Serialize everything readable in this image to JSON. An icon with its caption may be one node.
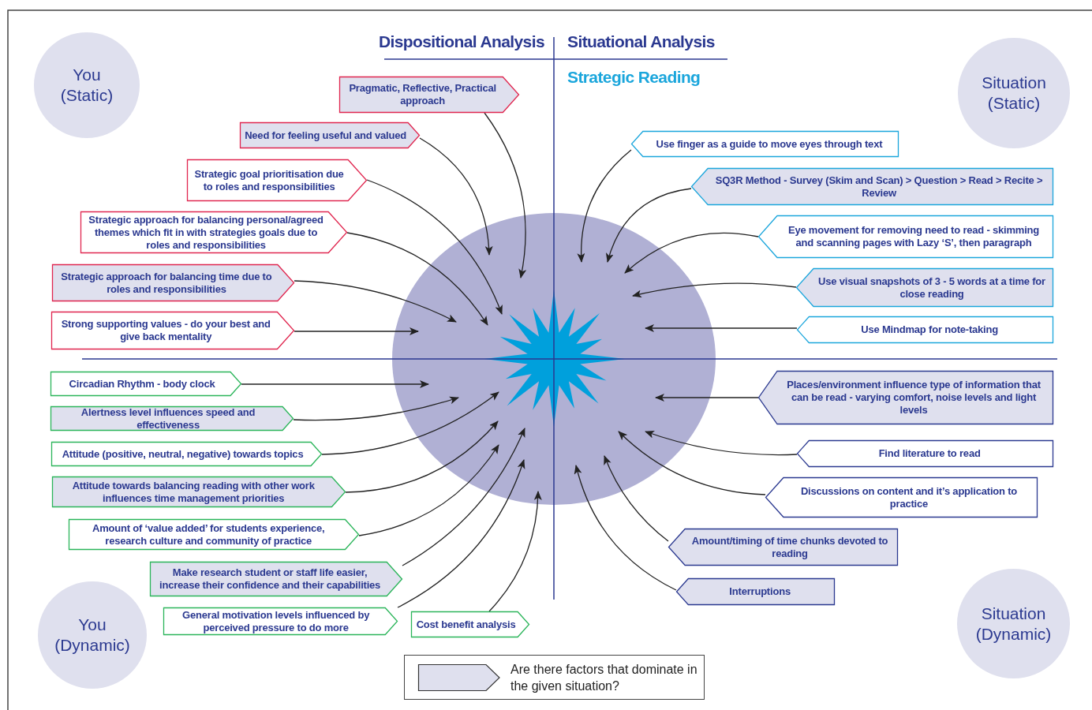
{
  "diagram": {
    "nodes": [
      {
        "text": [
          "You (Static)"
        ]
      },
      {
        "text": [
          "Situation (Static)"
        ]
      },
      {
        "text": [
          "Pragmatic, Reflective, Practical approach"
        ]
      },
      {
        "text": [
          "Need for feeling useful and valued"
        ]
      },
      {
        "text": [
          "Strategic goal prioritisation due to roles and responsibilities"
        ]
      },
      {
        "text": [
          "Strategic approach for balancing personal/agreed themes which fit in with strategies goals due to roles and responsibilities"
        ]
      },
      {
        "text": [
          "Strategic approach for balancing time due to roles and responsibilities"
        ]
      },
      {
        "text": [
          "Strong supporting values - do your best and give back mentality"
        ]
      },
      {
        "text": [
          "Use finger as a guide to move eyes through text"
        ]
      },
      {
        "text": [
          "SQ3R Method - Survey (Skim and Scan) > Question > Read > Recite > Review"
        ]
      },
      {
        "text": [
          "Eye movement for removing need to read - skimming and scanning pages with Lazy ‘S’, then paragraph"
        ]
      },
      {
        "text": [
          "Use visual snapshots of 3 - 5 words at a time for close reading"
        ]
      },
      {
        "text": [
          "Use Mindmap for note-taking"
        ]
      },
      {
        "text": [
          "Circadian Rhythm - body clock"
        ]
      },
      {
        "text": [
          "Alertness level influences speed and effectiveness"
        ]
      },
      {
        "text": [
          "Attitude (positive, neutral, negative) towards topics"
        ]
      },
      {
        "text": [
          "Attitude towards balancing reading with other work influences time management priorities"
        ]
      },
      {
        "text": [
          "Amount of ‘value added’ for students experience, research culture and community of practice"
        ]
      },
      {
        "text": [
          "Make research student or staff life easier, increase their confidence and their capabilities"
        ]
      },
      {
        "text": [
          "General motivation levels influenced by perceived pressure to do more"
        ]
      },
      {
        "text": [
          "Cost benefit analysis"
        ]
      },
      {
        "text": [
          "Places/environment influence type of information that can be read - varying comfort, noise levels and light levels"
        ]
      },
      {
        "text": [
          "Find literature to read"
        ]
      },
      {
        "text": [
          "Discussions on content and it’s application to practice"
        ]
      },
      {
        "text": [
          "Amount/timing of time chunks devoted to reading"
        ]
      },
      {
        "text": [
          "Interruptions"
        ]
      },
      {
        "text": [
          "You (Dynamic)"
        ]
      },
      {
        "text": [
          "Situation (Dynamic)"
        ]
      },
      {
        "text": [],
        "shape": "circle"
      }
    ],
    "edges": [
      {
        "from": 2,
        "to": 28,
        "arrow": "to"
      },
      {
        "from": 3,
        "to": 28,
        "arrow": "to"
      },
      {
        "from": 4,
        "to": 28,
        "arrow": "to"
      },
      {
        "from": 5,
        "to": 28,
        "arrow": "to"
      },
      {
        "from": 6,
        "to": 28,
        "arrow": "to"
      },
      {
        "from": 7,
        "to": 28,
        "arrow": "to"
      },
      {
        "from": 8,
        "to": 28,
        "arrow": "to"
      },
      {
        "from": 9,
        "to": 28,
        "arrow": "to"
      },
      {
        "from": 10,
        "to": 28,
        "arrow": "to"
      },
      {
        "from": 11,
        "to": 28,
        "arrow": "to"
      },
      {
        "from": 12,
        "to": 28,
        "arrow": "to"
      },
      {
        "from": 13,
        "to": 28,
        "arrow": "to"
      },
      {
        "from": 14,
        "to": 28,
        "arrow": "to"
      },
      {
        "from": 15,
        "to": 28,
        "arrow": "to"
      },
      {
        "from": 16,
        "to": 28,
        "arrow": "to"
      },
      {
        "from": 17,
        "to": 28,
        "arrow": "to"
      },
      {
        "from": 18,
        "to": 28,
        "arrow": "to"
      },
      {
        "from": 19,
        "to": 28,
        "arrow": "to"
      },
      {
        "from": 20,
        "to": 28,
        "arrow": "to"
      },
      {
        "from": 21,
        "to": 28,
        "arrow": "to"
      },
      {
        "from": 22,
        "to": 28,
        "arrow": "to"
      },
      {
        "from": 23,
        "to": 28,
        "arrow": "to"
      },
      {
        "from": 24,
        "to": 28,
        "arrow": "to"
      },
      {
        "from": 25,
        "to": 28,
        "arrow": "to"
      }
    ],
    "labels": [
      "Dispositional Analysis",
      "Situational Analysis",
      "Strategic Reading"
    ],
    "legend": [
      {
        "text": "Are there factors that dominate in the given situation?",
        "color": "#dfe0ee"
      }
    ]
  }
}
